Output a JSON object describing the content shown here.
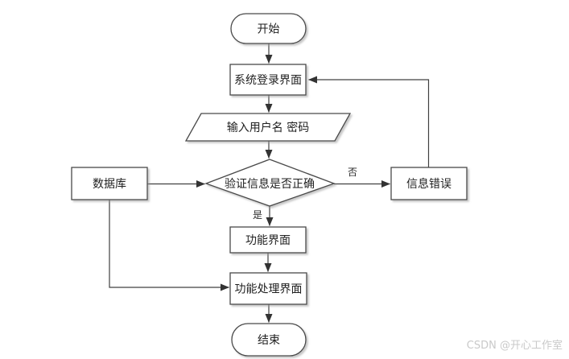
{
  "diagram": {
    "type": "flowchart",
    "background": "#ffffff",
    "colors": {
      "shape_fill": "#ffffff",
      "shape_stroke": "#4a4a4a",
      "line_stroke": "#404040",
      "arrowhead": "#333333",
      "text": "#1f1f1f",
      "watermark": "#c9c9c9"
    },
    "nodes": {
      "start": {
        "label": "开始",
        "type": "terminator"
      },
      "login": {
        "label": "系统登录界面",
        "type": "process"
      },
      "input": {
        "label": "输入用户名 密码",
        "type": "data-parallelogram"
      },
      "verify": {
        "label": "验证信息是否正确",
        "type": "decision"
      },
      "database": {
        "label": "数据库",
        "type": "process"
      },
      "error": {
        "label": "信息错误",
        "type": "process"
      },
      "func": {
        "label": "功能界面",
        "type": "process"
      },
      "funcproc": {
        "label": "功能处理界面",
        "type": "process"
      },
      "end": {
        "label": "结束",
        "type": "terminator"
      }
    },
    "edge_labels": {
      "yes": "是",
      "no": "否"
    },
    "edges": [
      "start -> login",
      "login -> input",
      "input -> verify",
      "verify -> error (否)",
      "error -> login (feedback)",
      "verify -> func (是)",
      "func -> funcproc",
      "database -> verify",
      "database -> funcproc",
      "funcproc -> end"
    ]
  },
  "watermark": {
    "text": "CSDN @开心工作室"
  }
}
